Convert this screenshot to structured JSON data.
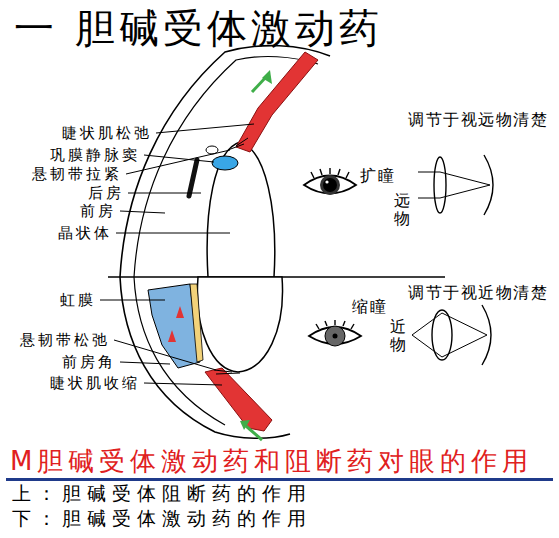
{
  "diagram": {
    "title": "一 胆碱受体激动药",
    "caption": "M胆碱受体激动药和阻断药对眼的作用",
    "labels": [
      "睫状肌松弛",
      "巩膜静脉窦",
      "悬韧带拉紧",
      "后房",
      "前房",
      "晶状体",
      "扩瞳",
      "调节于视远物清楚",
      "远物",
      "虹膜",
      "悬韧带松弛",
      "前房角",
      "睫状肌收缩",
      "缩瞳",
      "调节于视近物清楚",
      "近物",
      "上：胆碱受体阻断药的作用",
      "下：胆碱受体激动药的作用"
    ]
  }
}
